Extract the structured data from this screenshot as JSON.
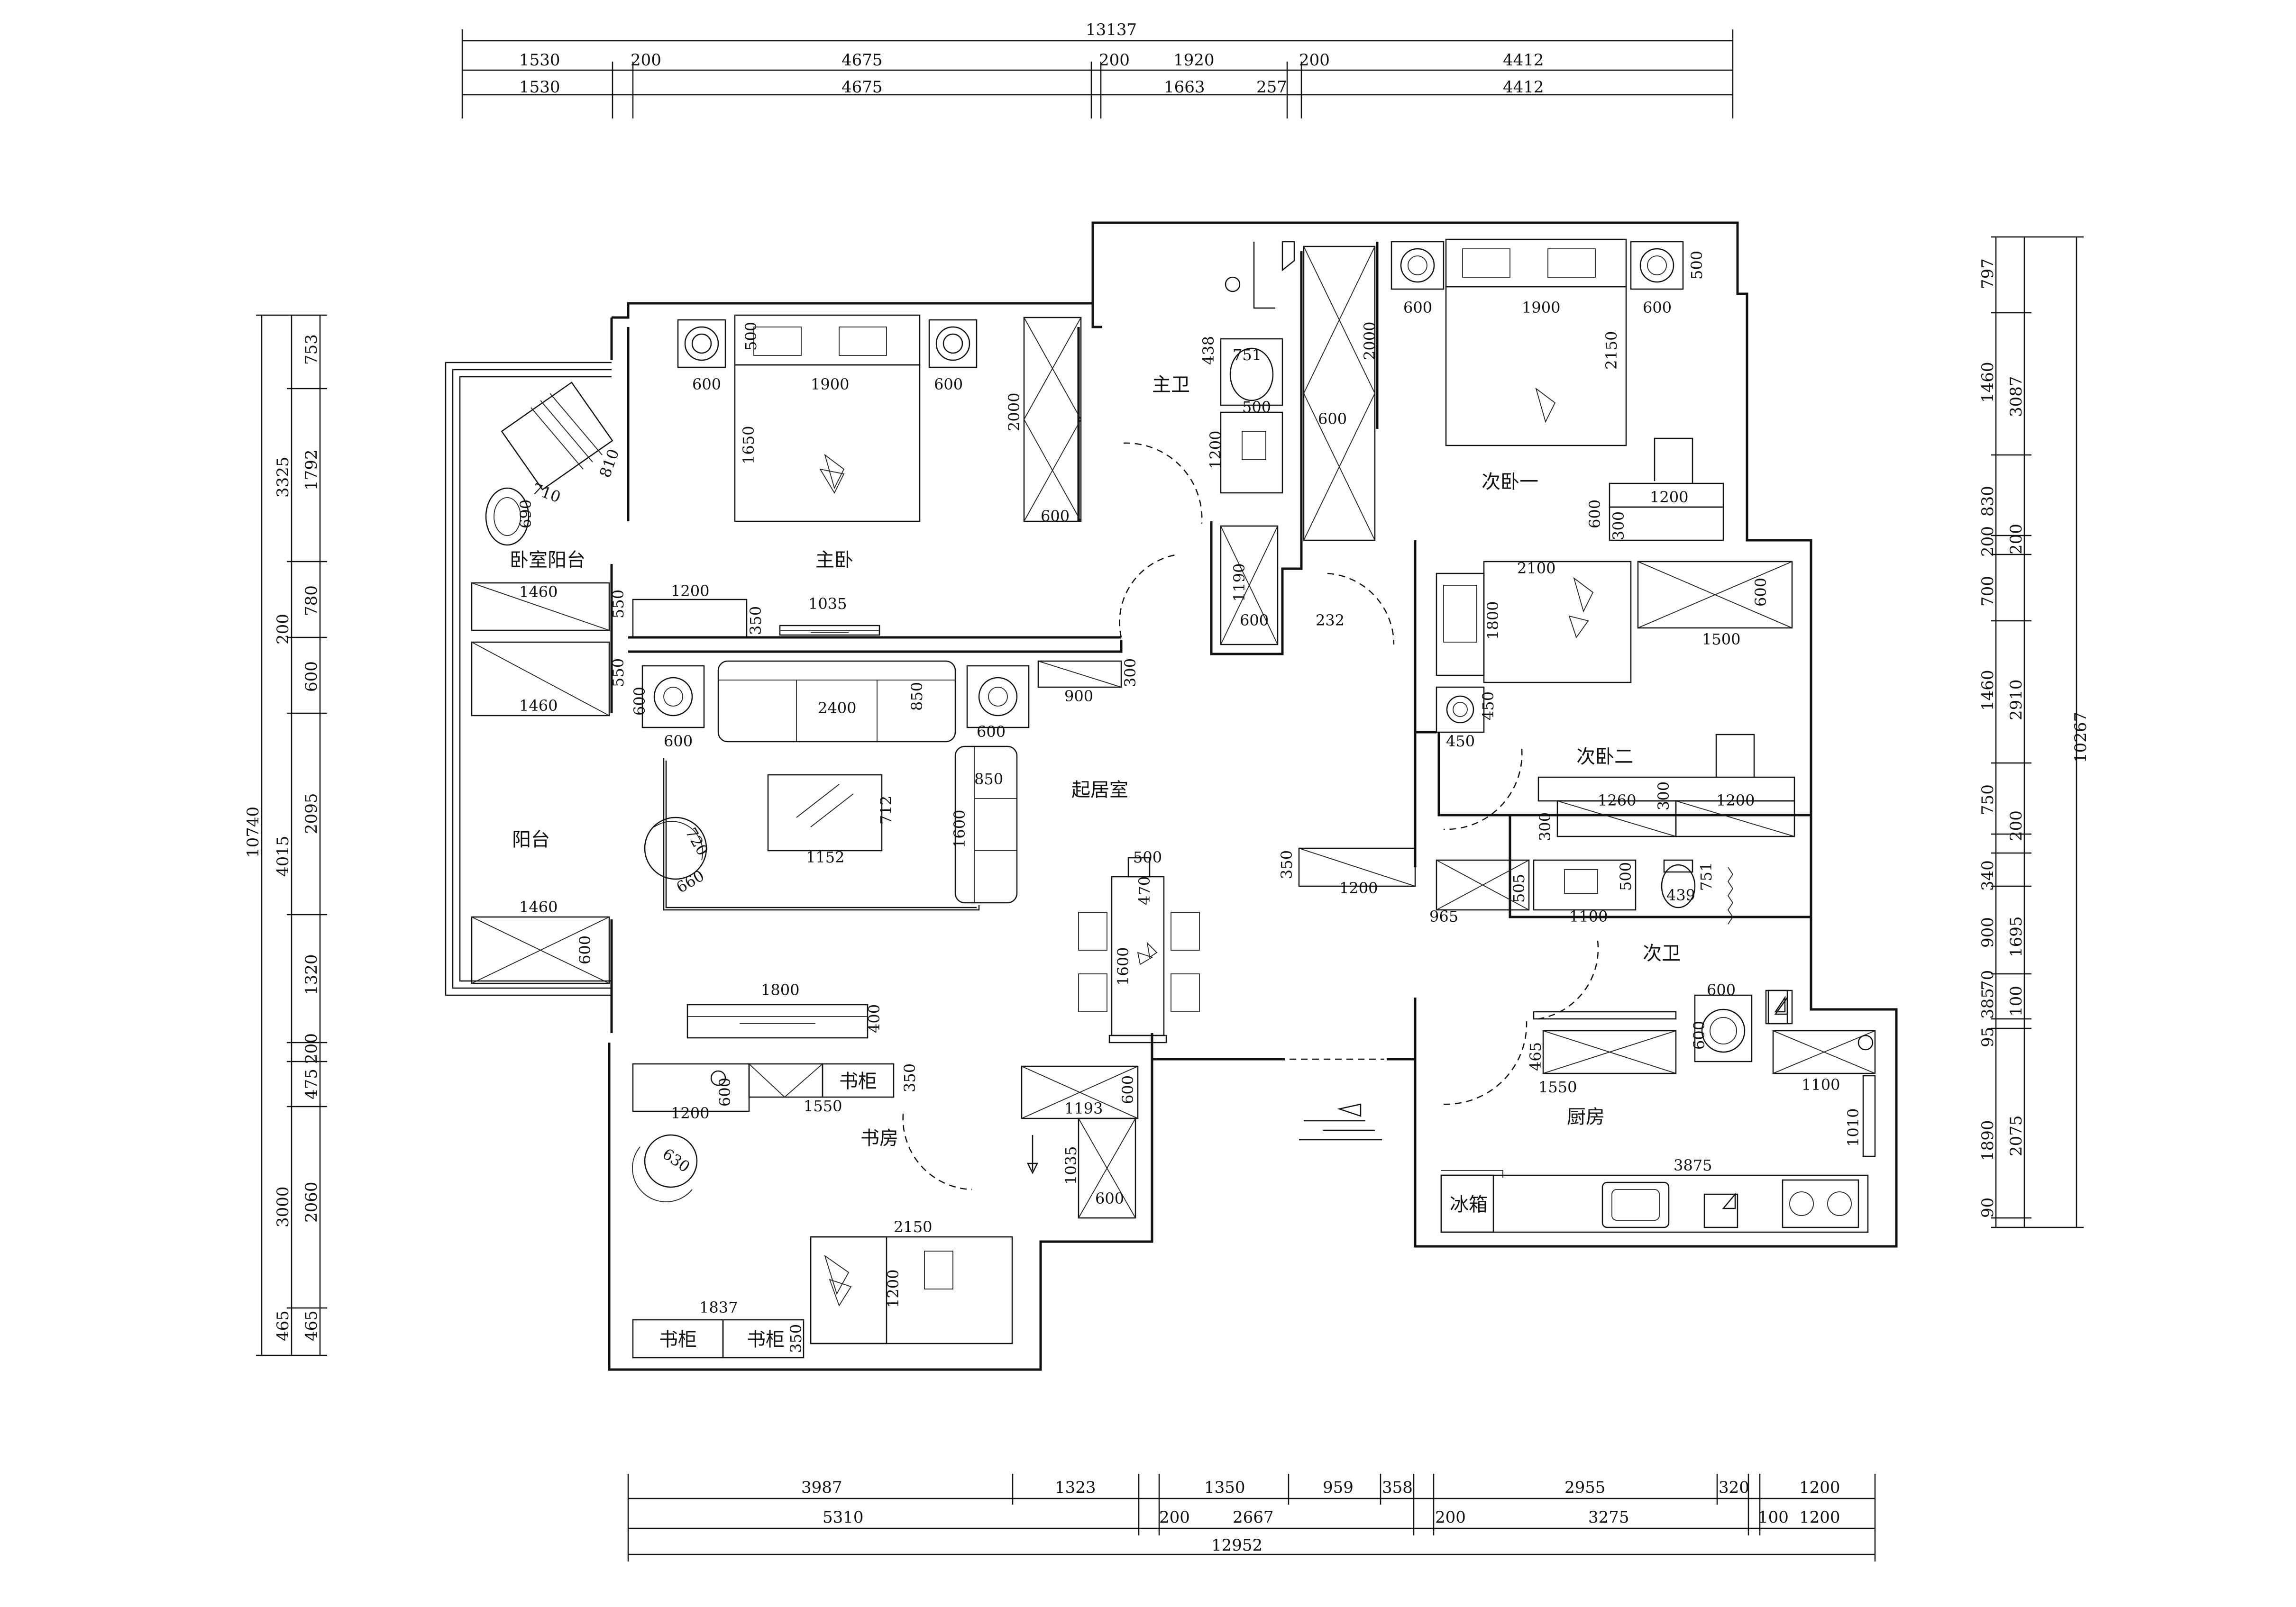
{
  "dims": {
    "top_total": "13137",
    "top_row1": [
      "1530",
      "200",
      "4675",
      "200",
      "1920",
      "200",
      "4412"
    ],
    "top_row2": [
      "1530",
      "4675",
      "1663",
      "257",
      "4412"
    ],
    "bottom_row1": [
      "3987",
      "1323",
      "1350",
      "959",
      "358",
      "2955",
      "320",
      "1200"
    ],
    "bottom_row2": [
      "5310",
      "200",
      "2667",
      "200",
      "3275",
      "100",
      "1200"
    ],
    "bottom_total": "12952",
    "left_total": "10740",
    "left_mid": [
      "3325",
      "200",
      "4015",
      "3000",
      "465"
    ],
    "left_inner": [
      "753",
      "1792",
      "780",
      "600",
      "2095",
      "1320",
      "200",
      "475",
      "2060",
      "465"
    ],
    "right_total": "10267",
    "right_mid": [
      "3087",
      "200",
      "2910",
      "200",
      "1695",
      "100",
      "2075"
    ],
    "right_inner": [
      "797",
      "1460",
      "830",
      "200",
      "700",
      "1460",
      "750",
      "340",
      "900",
      "70",
      "385",
      "95",
      "1890",
      "90"
    ]
  },
  "rooms": {
    "master_bedroom": "主卧",
    "master_bath": "主卫",
    "bedroom_one": "次卧一",
    "bedroom_two": "次卧二",
    "living": "起居室",
    "bedroom_balcony": "卧室阳台",
    "balcony": "阳台",
    "second_bath": "次卫",
    "study": "书房",
    "kitchen": "厨房"
  },
  "cabinets": {
    "bookcase": "书柜",
    "fridge": "冰箱"
  },
  "measures": {
    "mb_side_left": "600",
    "mb_bed_w": "1900",
    "mb_side_right": "600",
    "mb_head": "500",
    "mb_bed_len": "1650",
    "mb_wardrobe_h": "2000",
    "mb_wardrobe_d": "600",
    "bal_chair_a": "810",
    "bal_chair_b": "710",
    "bal_table": "690",
    "bal_cab_top": "1460",
    "bal_cab_top_d": "550",
    "mb_desk": "1200",
    "mb_desk_d": "350",
    "tv_stand": "1035",
    "bal_cab_mid": "1460",
    "bal_cab_mid_d": "550",
    "sofa_side_left": "600",
    "sofa_side_left_d": "600",
    "sofa_len": "2400",
    "sofa_depth": "850",
    "sofa_side_right": "600",
    "shoe_cab": "900",
    "shoe_cab_d": "300",
    "sofa_b": "850",
    "sofa_b_len": "1600",
    "coffee_w": "1152",
    "coffee_d": "712",
    "arm_a": "720",
    "arm_b": "660",
    "bal_cab_low": "1460",
    "bal_cab_low_d": "600",
    "mbath_wc": "751",
    "mbath_wc_d": "438",
    "mbath_basin": "500",
    "mbath_basin_l": "1200",
    "mbath_shower_l": "1190",
    "mbath_shower_w": "600",
    "mbath_wall": "232",
    "b1_wardrobe_h": "2000",
    "b1_wardrobe_d": "600",
    "b1_side_left": "600",
    "b1_bed_w": "1900",
    "b1_side_right": "600",
    "b1_head": "500",
    "b1_bed_len": "2150",
    "b1_desk": "1200",
    "b1_desk_d": "300",
    "b1_desk_h": "600",
    "b2_bed_len": "2100",
    "b2_bed_w": "1800",
    "b2_wardrobe": "1500",
    "b2_wardrobe_d": "600",
    "b2_night": "450",
    "b2_night_d": "450",
    "b2_cab_a": "1260",
    "b2_cab_a_d": "300",
    "b2_cab_b": "1200",
    "b2_cab_b_d": "300",
    "hall_cab": "1200",
    "hall_cab_d": "350",
    "dining_w": "500",
    "dining_chair": "470",
    "dining_len": "1600",
    "bath2_cab": "965",
    "bath2_cab_d": "505",
    "bath2_basin": "1100",
    "bath2_basin_d": "500",
    "bath2_wc": "439",
    "bath2_wc_d": "751",
    "study_tv": "1800",
    "study_tv_d": "400",
    "study_desk": "1200",
    "study_desk_d": "600",
    "study_cab": "1550",
    "study_cab_d": "350",
    "study_chair": "630",
    "study_wardrobe": "1193",
    "study_wardrobe_d": "600",
    "study_wardrobe_h": "1035",
    "study_wardrobe_w": "600",
    "study_bed": "2150",
    "study_bed_w": "1200",
    "study_shelf": "1837",
    "study_shelf_d": "350",
    "washer": "600",
    "washer_d": "600",
    "kit_cab_upper": "1550",
    "kit_cab_upper_d": "465",
    "kit_corner": "1100",
    "kit_side": "1010",
    "kit_counter": "3875"
  }
}
